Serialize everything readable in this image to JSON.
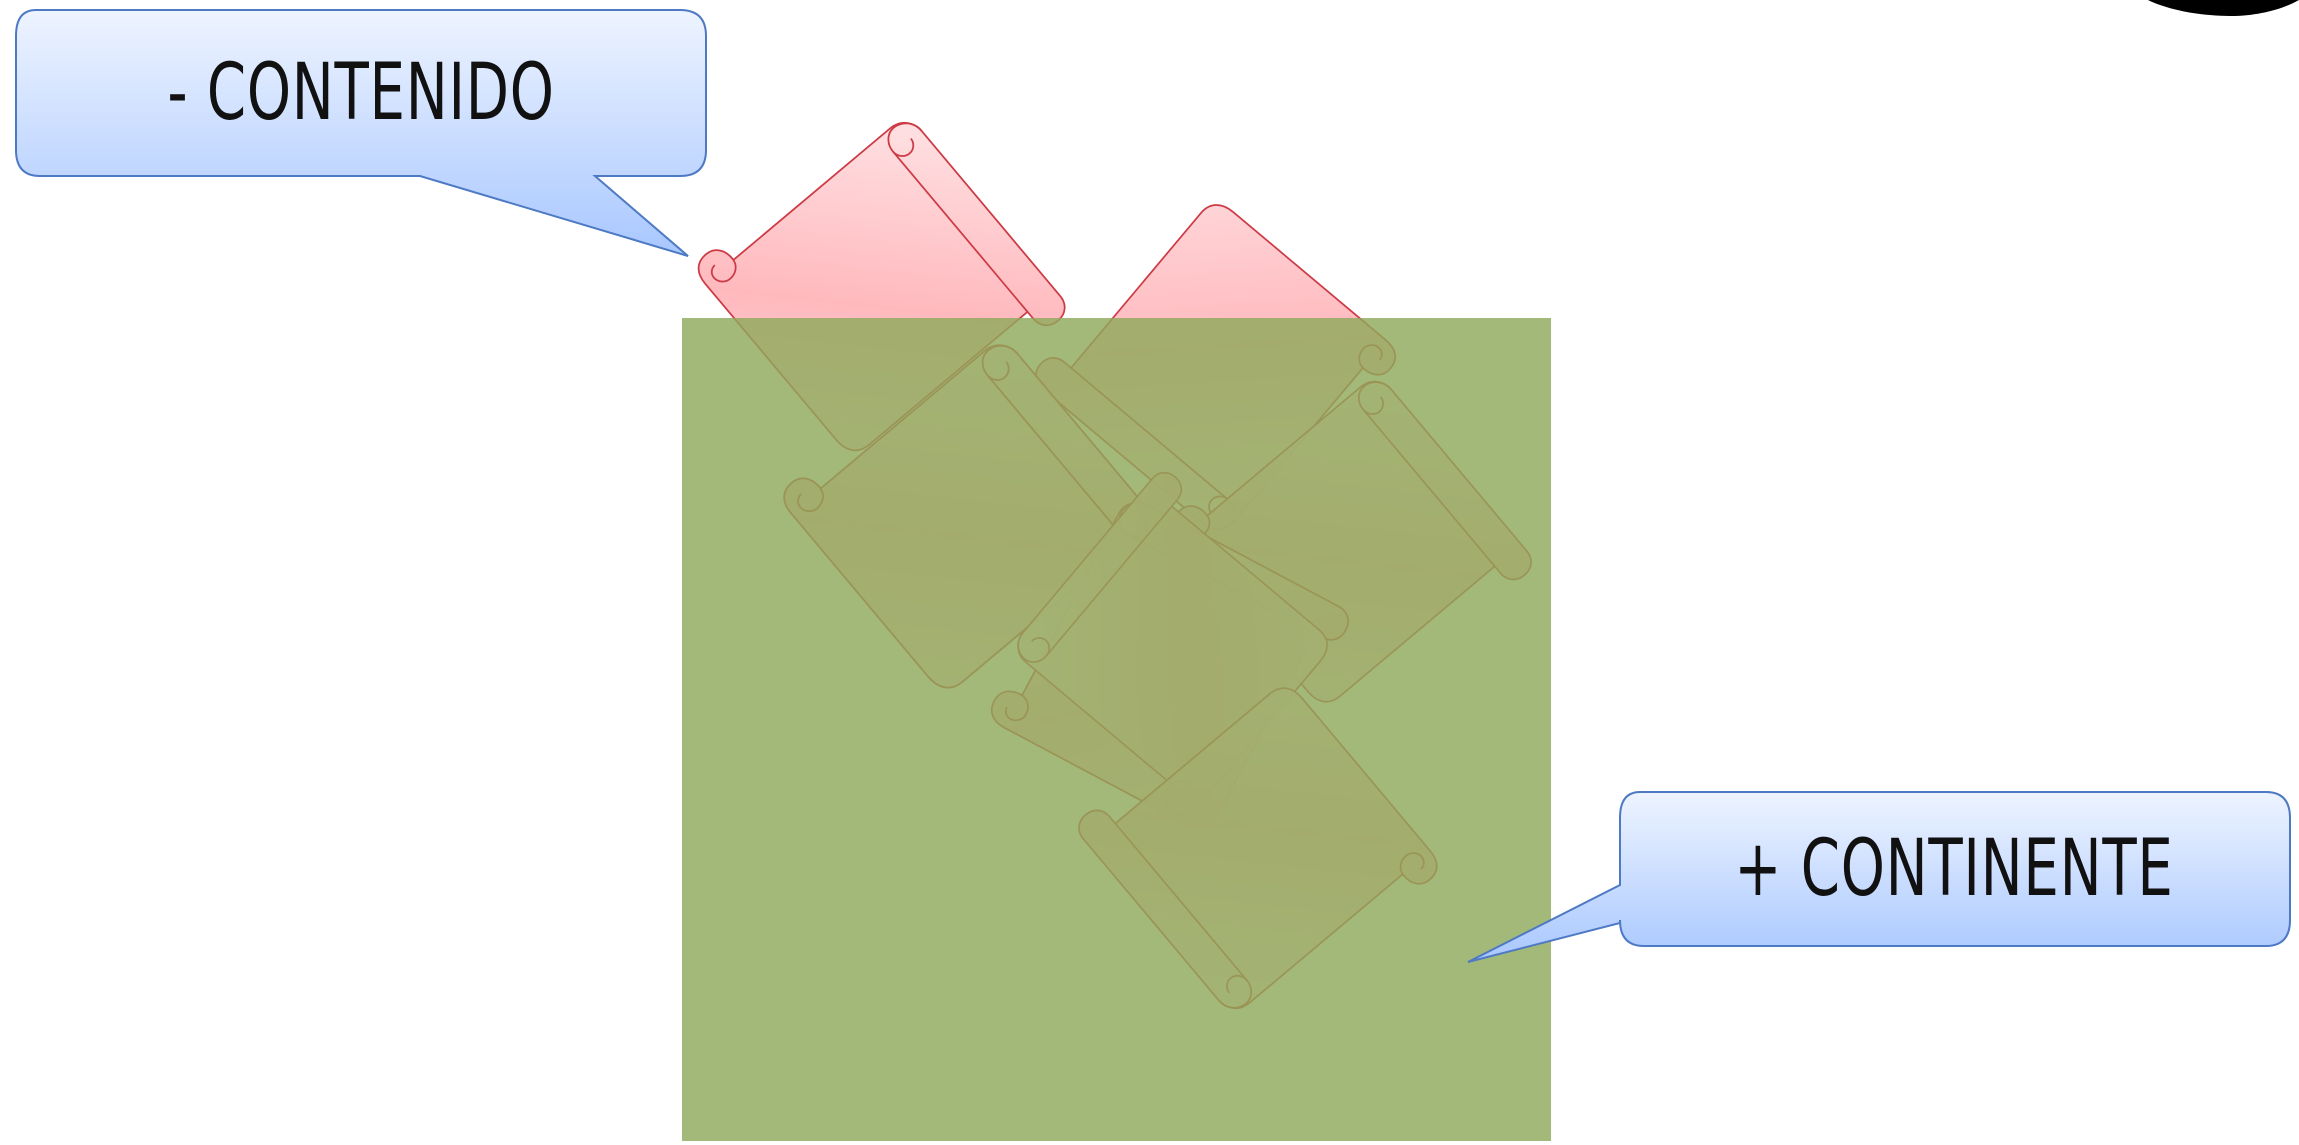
{
  "diagram": {
    "labels": {
      "minus_content": "- CONTENIDO",
      "plus_container": "+ CONTINENTE"
    },
    "colors": {
      "container_fill": "#8faa5c",
      "scroll_fill": "#ffb3b8",
      "scroll_stroke": "#cc3b45",
      "callout_top": "#e9f1ff",
      "callout_bottom": "#a9c8ff",
      "callout_stroke": "#4e79c4",
      "corner_shape": "#000000"
    },
    "icons": {
      "content_item": "scroll-icon",
      "container": "container-square",
      "corner": "partial-circle"
    }
  }
}
